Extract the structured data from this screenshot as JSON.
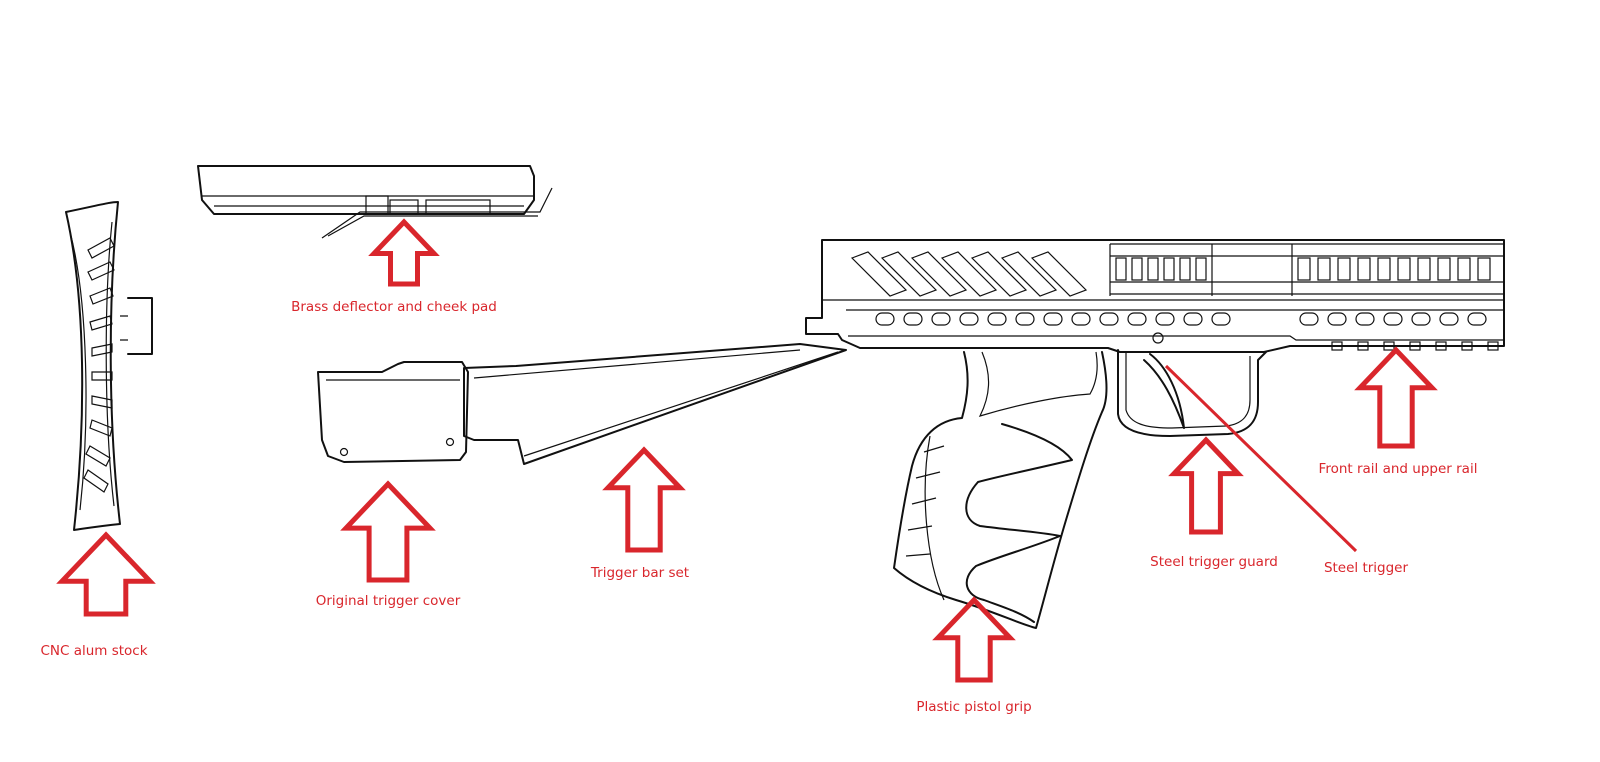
{
  "accent_color": "#d9262c",
  "line_color": "#111111",
  "callouts": [
    {
      "id": "stock",
      "label": "CNC alum stock"
    },
    {
      "id": "deflector",
      "label": "Brass deflector and cheek pad"
    },
    {
      "id": "cover",
      "label": "Original trigger cover"
    },
    {
      "id": "bar",
      "label": "Trigger bar set"
    },
    {
      "id": "grip",
      "label": "Plastic pistol grip"
    },
    {
      "id": "guard",
      "label": "Steel trigger guard"
    },
    {
      "id": "trigger",
      "label": "Steel trigger"
    },
    {
      "id": "rail",
      "label": "Front rail and upper rail"
    }
  ]
}
